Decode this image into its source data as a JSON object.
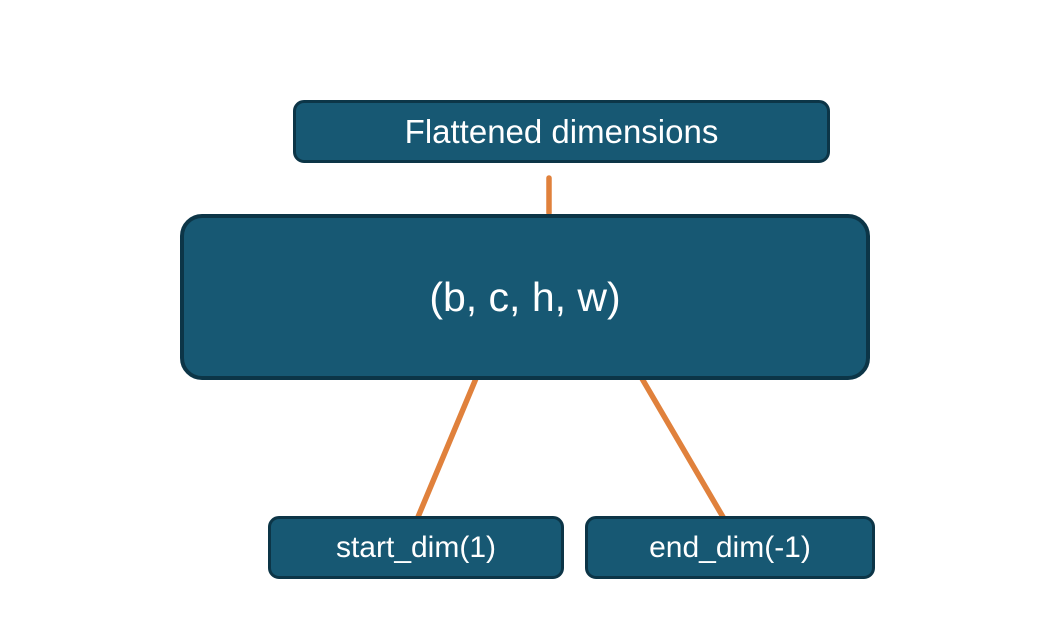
{
  "colors": {
    "background": "#ffffff",
    "box-fill": "#175873",
    "box-border": "#0c3547",
    "accent": "#e0813c",
    "text": "#ffffff"
  },
  "diagram": {
    "flattened_label": "Flattened dimensions",
    "tensor_label": "(b, c, h, w)",
    "start_dim_label": "start_dim(1)",
    "end_dim_label": "end_dim(-1)"
  }
}
